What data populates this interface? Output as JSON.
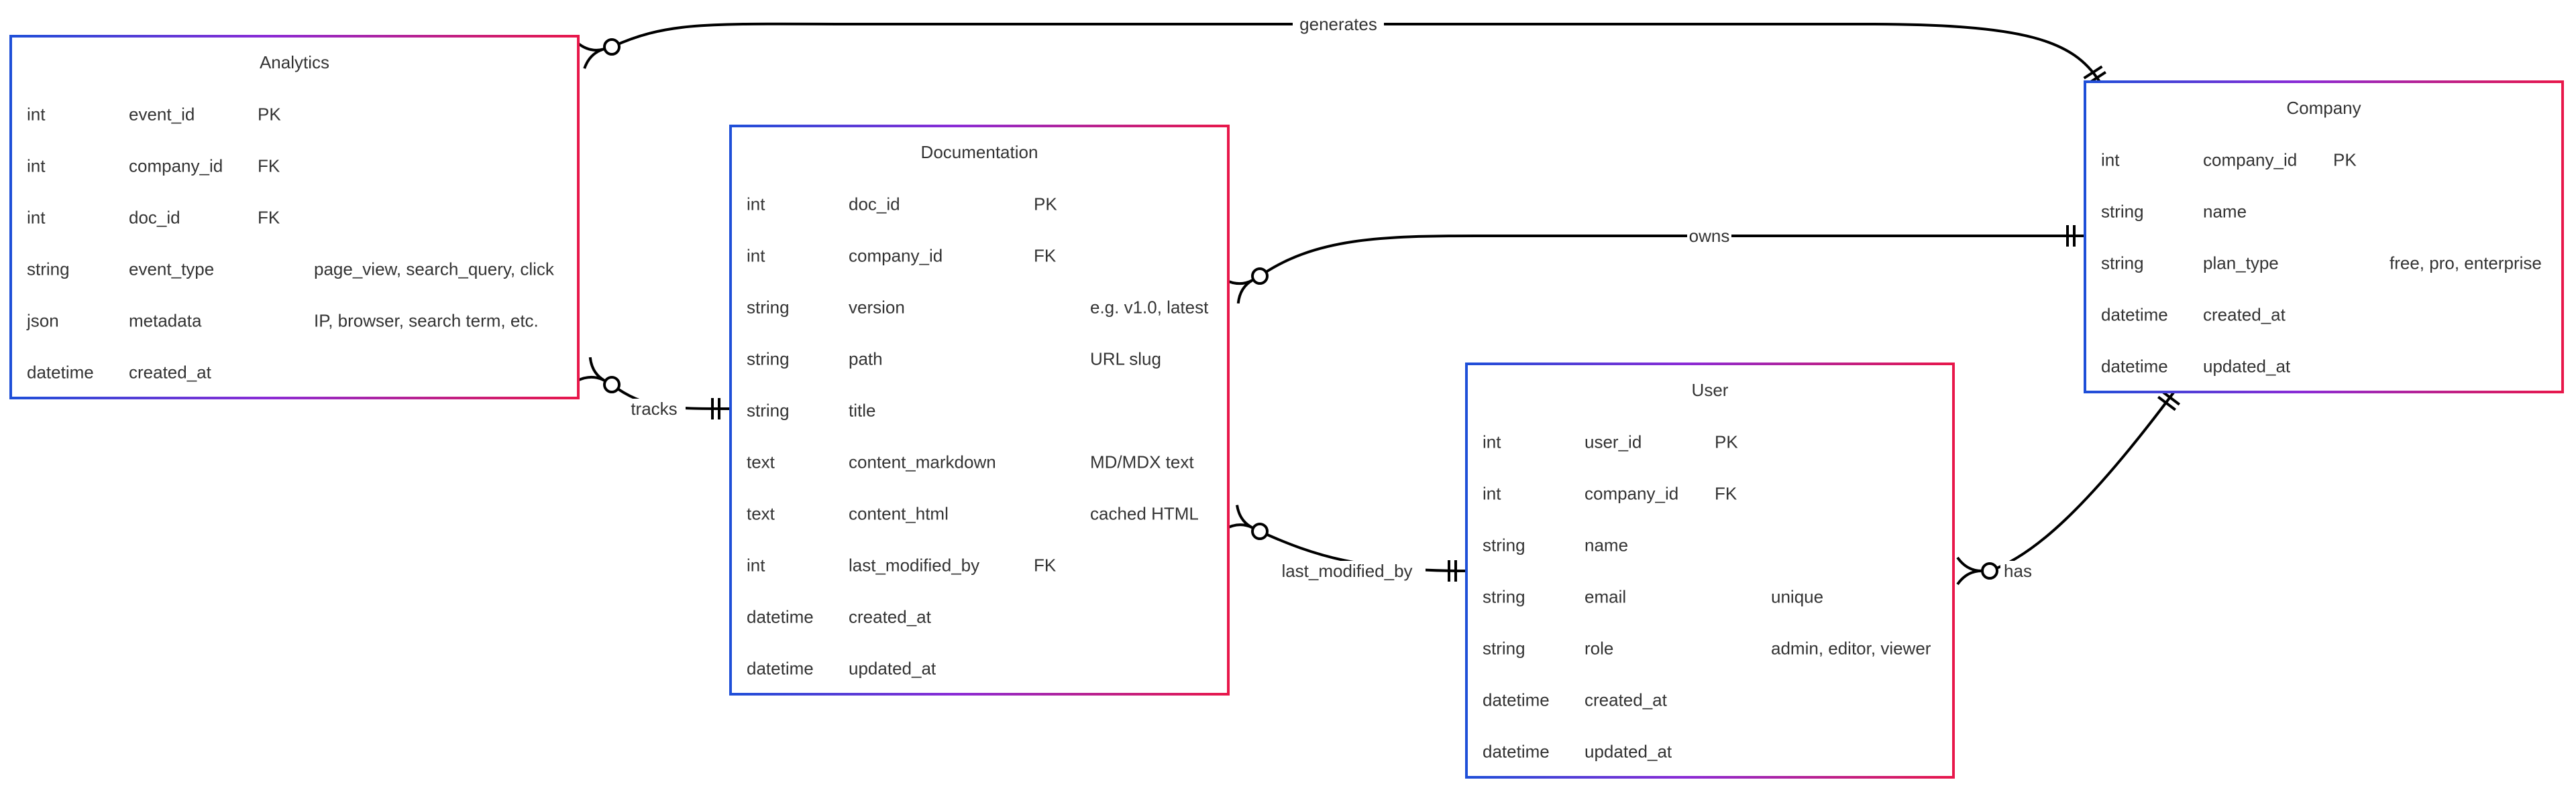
{
  "entities": [
    {
      "id": "analytics",
      "title": "Analytics",
      "rows": [
        [
          "int",
          "event_id",
          "PK",
          ""
        ],
        [
          "int",
          "company_id",
          "FK",
          ""
        ],
        [
          "int",
          "doc_id",
          "FK",
          ""
        ],
        [
          "string",
          "event_type",
          "",
          "page_view, search_query, click"
        ],
        [
          "json",
          "metadata",
          "",
          "IP, browser, search term, etc."
        ],
        [
          "datetime",
          "created_at",
          "",
          ""
        ]
      ]
    },
    {
      "id": "documentation",
      "title": "Documentation",
      "rows": [
        [
          "int",
          "doc_id",
          "PK",
          ""
        ],
        [
          "int",
          "company_id",
          "FK",
          ""
        ],
        [
          "string",
          "version",
          "",
          "e.g. v1.0, latest"
        ],
        [
          "string",
          "path",
          "",
          "URL slug"
        ],
        [
          "string",
          "title",
          "",
          ""
        ],
        [
          "text",
          "content_markdown",
          "",
          "MD/MDX text"
        ],
        [
          "text",
          "content_html",
          "",
          "cached HTML"
        ],
        [
          "int",
          "last_modified_by",
          "FK",
          ""
        ],
        [
          "datetime",
          "created_at",
          "",
          ""
        ],
        [
          "datetime",
          "updated_at",
          "",
          ""
        ]
      ]
    },
    {
      "id": "user",
      "title": "User",
      "rows": [
        [
          "int",
          "user_id",
          "PK",
          ""
        ],
        [
          "int",
          "company_id",
          "FK",
          ""
        ],
        [
          "string",
          "name",
          "",
          ""
        ],
        [
          "string",
          "email",
          "",
          "unique"
        ],
        [
          "string",
          "role",
          "",
          "admin, editor, viewer"
        ],
        [
          "datetime",
          "created_at",
          "",
          ""
        ],
        [
          "datetime",
          "updated_at",
          "",
          ""
        ]
      ]
    },
    {
      "id": "company",
      "title": "Company",
      "rows": [
        [
          "int",
          "company_id",
          "PK",
          ""
        ],
        [
          "string",
          "name",
          "",
          ""
        ],
        [
          "string",
          "plan_type",
          "",
          "free, pro, enterprise"
        ],
        [
          "datetime",
          "created_at",
          "",
          ""
        ],
        [
          "datetime",
          "updated_at",
          "",
          ""
        ]
      ]
    }
  ],
  "relationships": [
    {
      "id": "generates",
      "label": "generates",
      "from": "analytics",
      "to": "company",
      "from_cardinality": "zero-or-many",
      "to_cardinality": "exactly-one"
    },
    {
      "id": "tracks",
      "label": "tracks",
      "from": "analytics",
      "to": "documentation",
      "from_cardinality": "zero-or-many",
      "to_cardinality": "exactly-one"
    },
    {
      "id": "owns",
      "label": "owns",
      "from": "documentation",
      "to": "company",
      "from_cardinality": "zero-or-many",
      "to_cardinality": "exactly-one"
    },
    {
      "id": "last_modified_by",
      "label": "last_modified_by",
      "from": "documentation",
      "to": "user",
      "from_cardinality": "zero-or-many",
      "to_cardinality": "exactly-one"
    },
    {
      "id": "has",
      "label": "has",
      "from": "user",
      "to": "company",
      "from_cardinality": "zero-or-many",
      "to_cardinality": "exactly-one"
    }
  ],
  "colors": {
    "border_gradient_start": "#1e4fd8",
    "border_gradient_mid": "#8a2bd6",
    "border_gradient_end": "#e8174a",
    "text": "#333333",
    "line": "#000000",
    "background": "#ffffff"
  }
}
